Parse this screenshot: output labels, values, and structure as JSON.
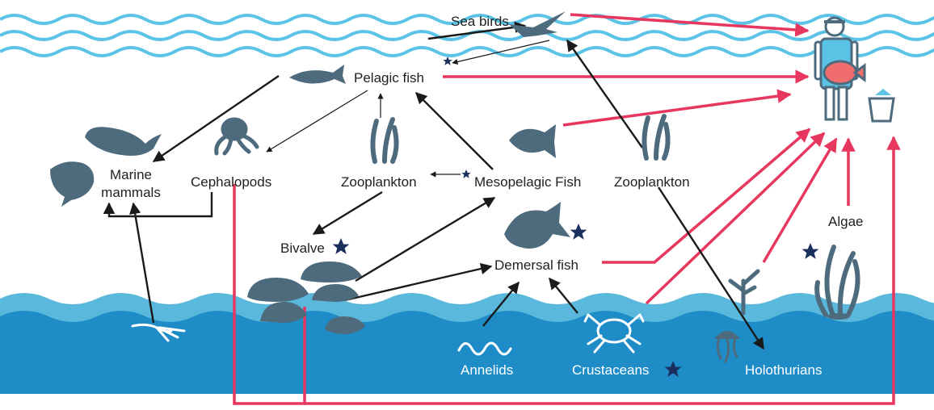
{
  "labels": {
    "sea_birds": "Sea birds",
    "pelagic_fish": "Pelagic fish",
    "marine_mammals_line1": "Marine",
    "marine_mammals_line2": "mammals",
    "cephalopods": "Cephalopods",
    "zooplankton_left": "Zooplankton",
    "mesopelagic_fish": "Mesopelagic Fish",
    "zooplankton_right": "Zooplankton",
    "bivalve": "Bivalve",
    "demersal_fish": "Demersal fish",
    "algae": "Algae",
    "annelids": "Annelids",
    "crustaceans": "Crustaceans",
    "holothurians": "Holothurians"
  },
  "colors": {
    "sky_wave": "#5bc3e6",
    "sea_light": "#5ab8dc",
    "sea_deep": "#1d8cc7",
    "animal": "#4e6a7d",
    "human_arrow": "#e8375f",
    "trophic_arrow": "#1a1a1a",
    "star": "#1b2f5e"
  },
  "icons": [
    "bird-icon",
    "fisher-icon",
    "bucket-icon",
    "fish-icon",
    "whale-icon",
    "dolphin-icon",
    "octopus-icon",
    "seaweed-icon",
    "tropical-fish-icon",
    "goldfish-icon",
    "shell-icon",
    "squid-icon",
    "worm-icon",
    "crab-icon",
    "coral-icon",
    "jellyfish-icon",
    "algae-icon",
    "star-icon"
  ]
}
